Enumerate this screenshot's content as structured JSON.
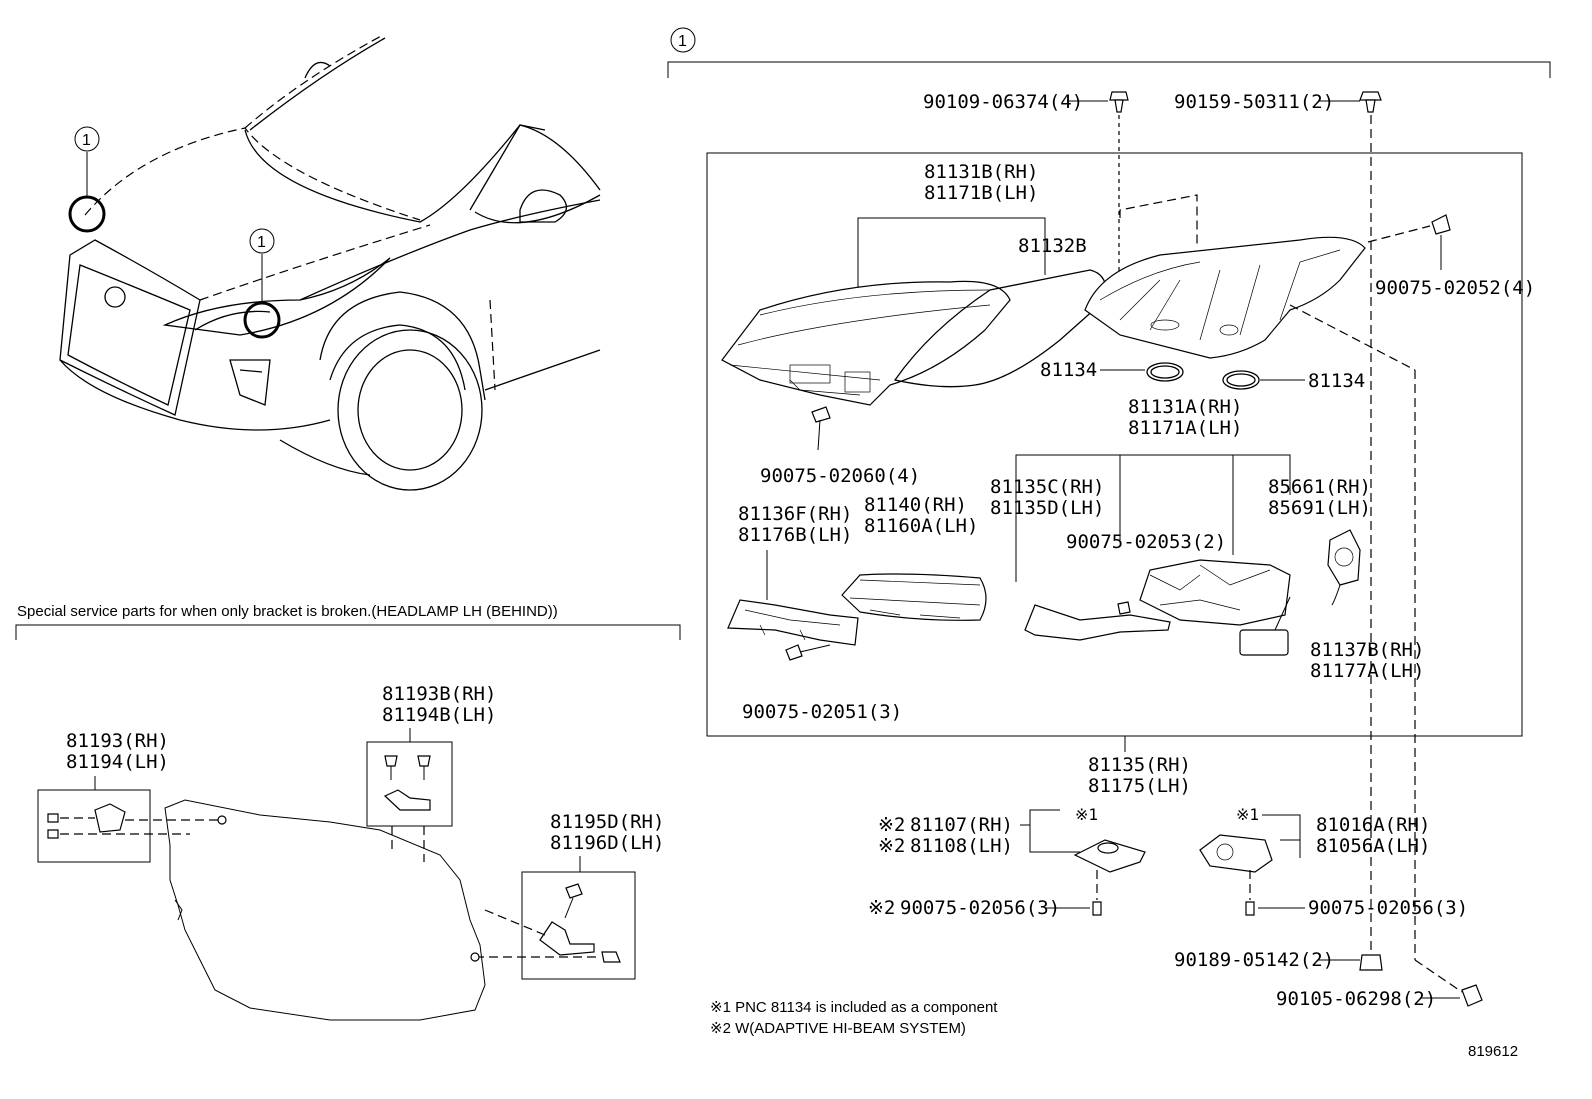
{
  "callout": {
    "number": "1"
  },
  "headlamp_assembly": {
    "fasteners_top": [
      "90109-06374(4)",
      "90159-50311(2)"
    ],
    "lens": [
      "81131B(RH)",
      "81171B(LH)"
    ],
    "gasket": "81132B",
    "side_screw": "90075-02052(4)",
    "o_rings": [
      "81134",
      "81134"
    ],
    "lens_screw": "90075-02060(4)",
    "unit": [
      "81131A(RH)",
      "81171A(LH)"
    ],
    "brackets": [
      "81135C(RH)",
      "81135D(LH)"
    ],
    "bracket_screw": "90075-02053(2)",
    "socket": [
      "85661(RH)",
      "85691(LH)"
    ],
    "cover": [
      "81136F(RH)",
      "81176B(LH)"
    ],
    "reflector": [
      "81140(RH)",
      "81160A(LH)"
    ],
    "cover_screw": "90075-02051(3)",
    "cord": [
      "81137B(RH)",
      "81177A(LH)"
    ],
    "assembly": [
      "81135(RH)",
      "81175(LH)"
    ],
    "computer": [
      "81107(RH)",
      "81108(LH)"
    ],
    "computer_mark": "※2",
    "computer_note_mark": "※1",
    "computer_screw": "90075-02056(3)",
    "leveling": [
      "81016A(RH)",
      "81056A(LH)"
    ],
    "leveling_note_mark": "※1",
    "leveling_screw": "90075-02056(3)",
    "nut": "90189-05142(2)",
    "bolt": "90105-06298(2)"
  },
  "bracket_repair": {
    "title": "Special service parts for when only bracket is broken.(HEADLAMP LH (BEHIND))",
    "kit_a": [
      "81193(RH)",
      "81194(LH)"
    ],
    "kit_b": [
      "81193B(RH)",
      "81194B(LH)"
    ],
    "kit_c": [
      "81195D(RH)",
      "81196D(LH)"
    ]
  },
  "notes": [
    "※1 PNC 81134 is included as a component",
    "※2 W(ADAPTIVE HI-BEAM SYSTEM)"
  ],
  "figure_id": "819612"
}
